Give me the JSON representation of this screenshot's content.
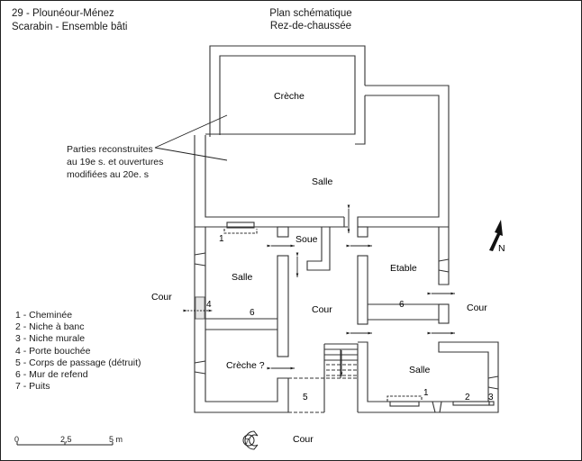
{
  "header": {
    "location": "29 - Plounéour-Ménez",
    "site": "Scarabin - Ensemble bâti",
    "plan_type": "Plan schématique",
    "level": "Rez-de-chaussée"
  },
  "annotation": {
    "lines": [
      "Parties reconstruites",
      "au 19e s. et ouvertures",
      "modifiées au 20e. s"
    ]
  },
  "rooms": {
    "creche_top": "Crèche",
    "salle_main": "Salle",
    "soue": "Soue",
    "salle_left": "Salle",
    "etable": "Etable",
    "cour_center": "Cour",
    "creche_q": "Crèche ?",
    "salle_bottom": "Salle",
    "cour_left": "Cour",
    "cour_right": "Cour",
    "cour_bottom": "Cour"
  },
  "markers": {
    "m1_top": "1",
    "m4": "4",
    "m6_left": "6",
    "m6_right": "6",
    "m5": "5",
    "m1_bottom": "1",
    "m2": "2",
    "m3": "3",
    "m7": "7"
  },
  "north": {
    "label": "N",
    "icon": "north-arrow-icon"
  },
  "legend": {
    "items": [
      "1 - Cheminée",
      "2 - Niche à banc",
      "3 - Niche murale",
      "4 - Porte bouchée",
      "5 - Corps de passage (détruit)",
      "6 - Mur de refend",
      "7 - Puits"
    ]
  },
  "scale": {
    "ticks": [
      "0",
      "2,5",
      "5 m"
    ]
  }
}
